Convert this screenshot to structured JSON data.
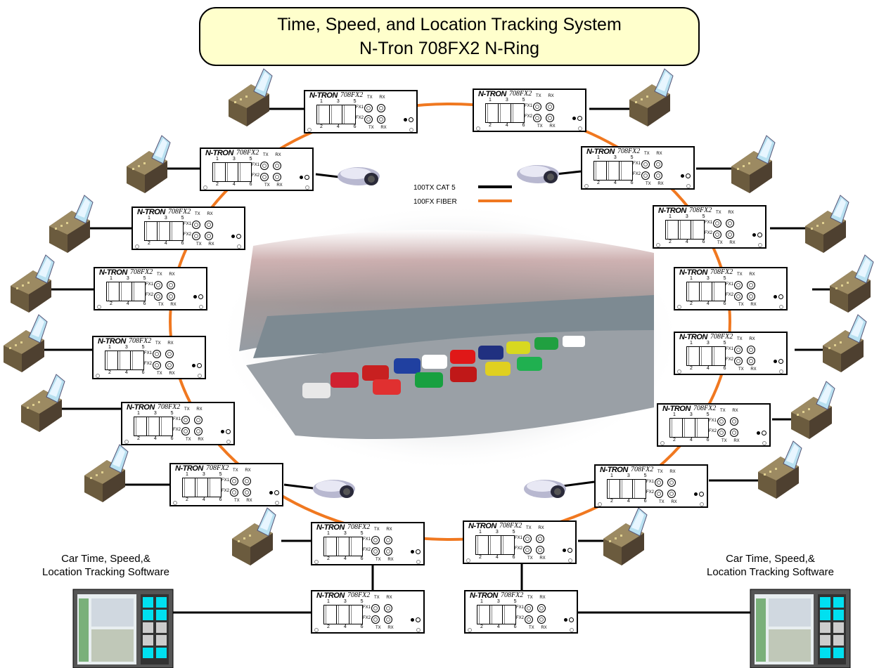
{
  "title": {
    "line1": "Time, Speed, and Location Tracking System",
    "line2": "N-Tron 708FX2 N-Ring"
  },
  "legend": {
    "copper": "100TX CAT 5",
    "fiber": "100FX FIBER",
    "copper_color": "#000000",
    "fiber_color": "#f07820"
  },
  "switch": {
    "brand": "N-TRON",
    "model": "708FX2",
    "ports_top": "1 3 5",
    "ports_bottom": "2 4 6",
    "fx1": "FX1",
    "fx2": "FX2",
    "txrx": "TX RX"
  },
  "software": {
    "left_line1": "Car Time, Speed,&",
    "left_line2": "Location Tracking Software",
    "right_line1": "Car Time, Speed,&",
    "right_line2": "Location Tracking Software"
  },
  "colors": {
    "title_fill": "#ffffcc",
    "fiber_ring": "#f07820",
    "panel_screen": "#00e0f0"
  }
}
